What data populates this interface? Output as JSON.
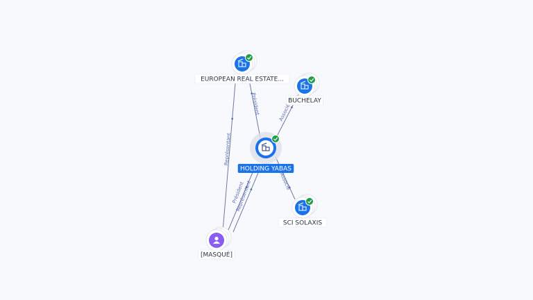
{
  "colors": {
    "edge": "#4a5a8c",
    "edge_label": "#5a6fb0",
    "node_blue": "#1a73e8",
    "node_purple": "#8a5cf0",
    "check_green": "#1e9e48",
    "label_text": "#2b3145",
    "label_bg": "#ffffff",
    "center_label_bg": "#1a73e8",
    "center_label_text": "#ffffff"
  },
  "nodes": [
    {
      "id": "european",
      "label": "EUROPEAN REAL ESTATE...",
      "kind": "company",
      "icon": "building-icon",
      "verified": true
    },
    {
      "id": "buchelay",
      "label": "BUCHELAY",
      "kind": "company",
      "icon": "building-icon",
      "verified": true
    },
    {
      "id": "holding",
      "label": "HOLDING YABAS",
      "kind": "company-center",
      "icon": "building-icon",
      "verified": true
    },
    {
      "id": "solaxis",
      "label": "SCI SOLAXIS",
      "kind": "company",
      "icon": "building-icon",
      "verified": true
    },
    {
      "id": "masque",
      "label": "[MASQUÉ]",
      "kind": "person",
      "icon": "person-icon",
      "verified": false
    }
  ],
  "edges": [
    {
      "from": "holding",
      "to": "european",
      "label": "Président"
    },
    {
      "from": "holding",
      "to": "buchelay",
      "label": "Associé"
    },
    {
      "from": "holding",
      "to": "solaxis",
      "label": "Associé"
    },
    {
      "from": "masque",
      "to": "european",
      "label": "Représentant"
    },
    {
      "from": "masque",
      "to": "holding",
      "label": "Président"
    },
    {
      "from": "masque",
      "to": "holding",
      "label": "Représentant"
    }
  ]
}
